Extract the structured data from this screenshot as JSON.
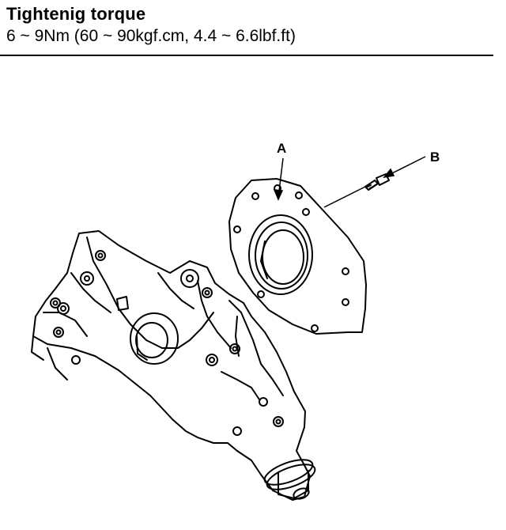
{
  "header": {
    "title": "Tightenig torque",
    "spec": "6 ~ 9Nm (60 ~ 90kgf.cm, 4.4 ~ 6.6lbf.ft)"
  },
  "diagram": {
    "callouts": {
      "a": "A",
      "b": "B"
    }
  },
  "colors": {
    "ink": "#000000",
    "paper": "#ffffff"
  }
}
